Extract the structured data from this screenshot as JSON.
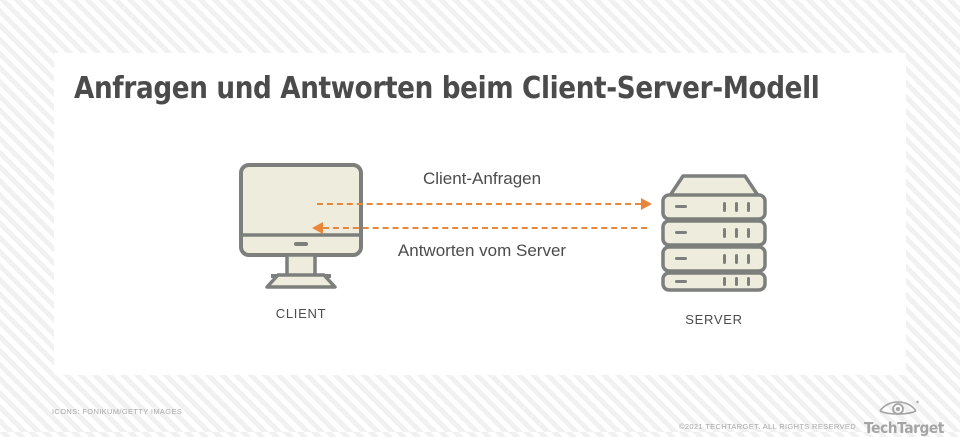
{
  "card": {
    "title": "Anfragen und Antworten beim Client-Server-Modell"
  },
  "diagram": {
    "client": {
      "caption": "CLIENT",
      "icon": "desktop-monitor-icon"
    },
    "server": {
      "caption": "SERVER",
      "icon": "server-rack-icon"
    },
    "flows": [
      {
        "label": "Client-Anfragen",
        "direction": "right",
        "style": "dashed",
        "color": "#e8873a"
      },
      {
        "label": "Antworten vom Server",
        "direction": "left",
        "style": "dashed",
        "color": "#e8873a"
      }
    ]
  },
  "footer": {
    "credit": "ICONS: FONIKUM/GETTY IMAGES",
    "copyright": "©2021 TECHTARGET. ALL RIGHTS RESERVED",
    "brand": "TechTarget",
    "brand_icon": "eye-logo-icon"
  },
  "colors": {
    "accent_orange": "#e8873a",
    "icon_fill": "#eeecdd",
    "icon_stroke": "#7c7f7c",
    "text_dark": "#4b4b4b",
    "text_muted": "#a9a9a9",
    "card_background": "#ffffff"
  }
}
